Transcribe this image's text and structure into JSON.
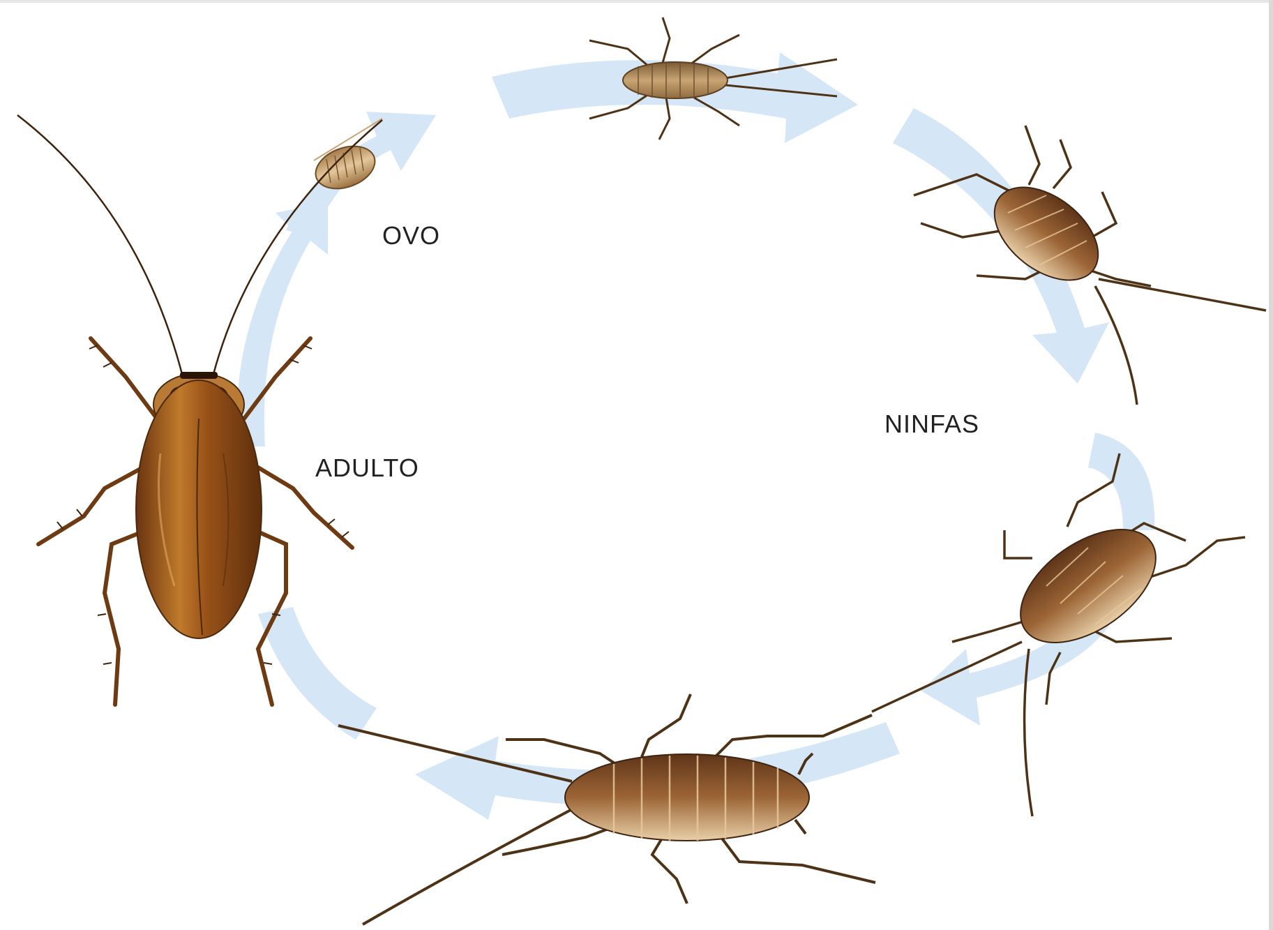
{
  "diagram": {
    "labels": {
      "egg": "OVO",
      "nymphs": "NINFAS",
      "adult": "ADULTO"
    },
    "colors": {
      "arrow": "#d5e7f7",
      "adult_body": "#8a4a14",
      "adult_wing": "#b86e25",
      "nymph_body": "#7b4a27",
      "nymph_band": "#e9c89a",
      "young_nymph": "#b08a5c",
      "egg_case": "#c9a273",
      "leg": "#5a3416"
    },
    "icons": [
      "cockroach-adult-icon",
      "ootheca-egg-case-icon",
      "cockroach-nymph-icon"
    ]
  }
}
